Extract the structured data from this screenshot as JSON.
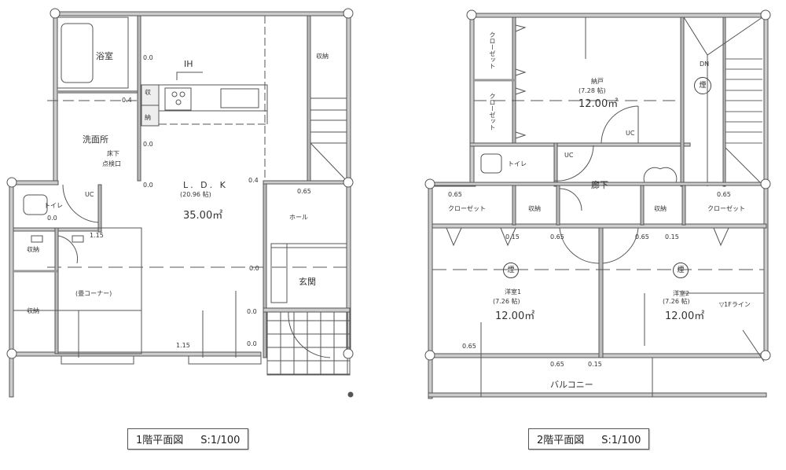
{
  "floor1": {
    "caption": {
      "title": "1階平面図",
      "scale": "S:1/100"
    },
    "rooms": {
      "bathroom": "浴室",
      "washroom": "洗面所",
      "washroom_sub1": "床下",
      "washroom_sub2": "点検口",
      "kitchen_appliance": "IH",
      "storage_small1": "収",
      "storage_small2": "納",
      "ldk_name": "L. D. K",
      "ldk_tatami": "(20.96 帖)",
      "ldk_area": "35.00㎡",
      "hall": "ホール",
      "entrance": "玄関",
      "toilet": "トイレ",
      "storage_left": "収納",
      "storage_left2": "収納",
      "storage_stairs": "収納",
      "tatami_corner": "(畳コーナー)",
      "uc": "UC"
    },
    "levels": [
      "0.0",
      "0.4",
      "0.0",
      "0.0",
      "0.4",
      "0.65",
      "0.0",
      "0.0",
      "0.0",
      "0.0",
      "1.15",
      "1.15"
    ]
  },
  "floor2": {
    "caption": {
      "title": "2階平面図",
      "scale": "S:1/100"
    },
    "rooms": {
      "closet_top1": "クローゼット",
      "closet_top2": "クローゼット",
      "storeroom_name": "納戸",
      "storeroom_tatami": "(7.28 帖)",
      "storeroom_area": "12.00㎡",
      "toilet": "トイレ",
      "corridor": "廊下",
      "closet_left": "クローゼット",
      "storage_mid": "収納",
      "storage_right": "収納",
      "closet_right": "クローゼット",
      "room1_name": "洋室1",
      "room1_tatami": "(7.26 帖)",
      "room1_area": "12.00㎡",
      "room2_name": "洋室2",
      "room2_tatami": "(7.26 帖)",
      "room2_area": "12.00㎡",
      "balcony": "バルコニー",
      "first_floor_line": "▽1Fライン",
      "stairs_dn": "DN",
      "smoke_detector": "煙",
      "uc": "UC"
    },
    "levels": [
      "0.65",
      "0.65",
      "0.15",
      "0.65",
      "0.65",
      "0.15",
      "0.65",
      "0.65",
      "0.15"
    ]
  }
}
